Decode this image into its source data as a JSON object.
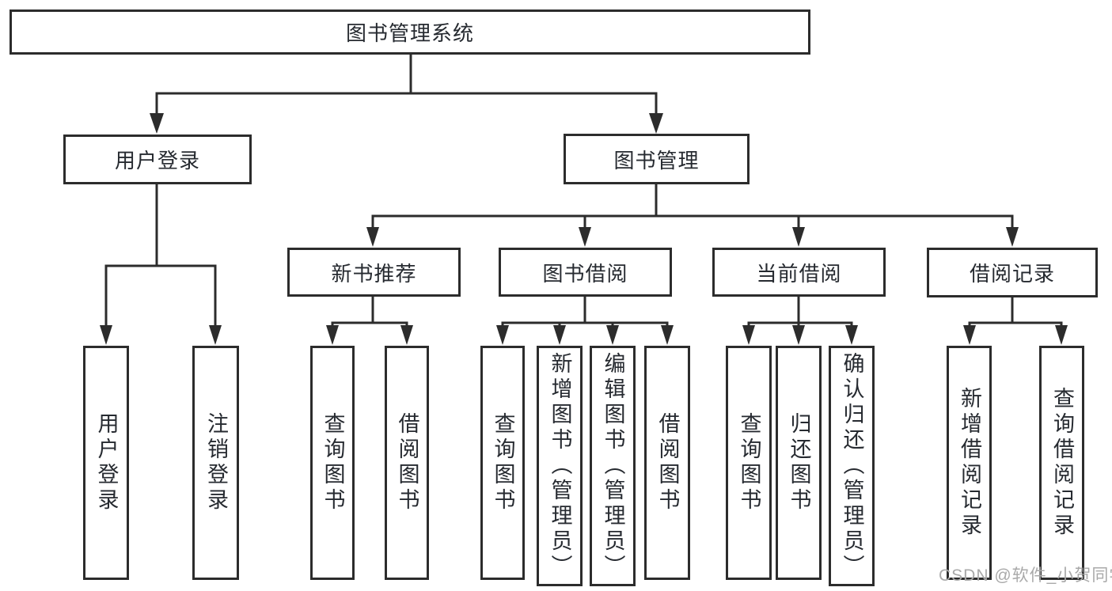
{
  "diagram": {
    "root": {
      "label": "图书管理系统"
    },
    "level2": {
      "user_login": {
        "label": "用户登录"
      },
      "book_mgmt": {
        "label": "图书管理"
      }
    },
    "level3": {
      "new_book_rec": {
        "label": "新书推荐"
      },
      "book_borrow": {
        "label": "图书借阅"
      },
      "current_borrow": {
        "label": "当前借阅"
      },
      "borrow_record": {
        "label": "借阅记录"
      }
    },
    "leaves": {
      "user_login_leaf": "用户登录",
      "logout_leaf": "注销登录",
      "rec_query_books": "查询图书",
      "rec_borrow_books": "借阅图书",
      "bb_query_books": "查询图书",
      "bb_add_books_admin": "新增图书（管理员）",
      "bb_edit_books_admin": "编辑图书（管理员）",
      "bb_borrow_books": "借阅图书",
      "cur_query_books": "查询图书",
      "cur_return_books": "归还图书",
      "cur_confirm_return_admin": "确认归还（管理员）",
      "rec_add_borrow_record": "新增借阅记录",
      "rec_query_borrow_record": "查询借阅记录"
    }
  },
  "watermark": "CSDN @软件_小贺同学",
  "colors": {
    "line": "#2c2c2c",
    "text": "#262a30",
    "watermark": "#a9a9a9",
    "background": "#ffffff"
  }
}
